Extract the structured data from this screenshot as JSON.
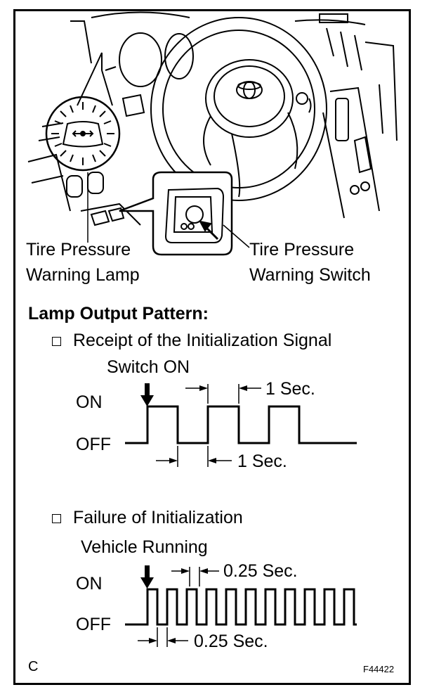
{
  "illustration": {
    "lamp_label_line1": "Tire Pressure",
    "lamp_label_line2": "Warning Lamp",
    "switch_label_line1": "Tire Pressure",
    "switch_label_line2": "Warning Switch"
  },
  "pattern": {
    "heading": "Lamp Output Pattern:",
    "section1": {
      "title": "Receipt of the Initialization Signal",
      "trigger": "Switch ON",
      "on_label": "ON",
      "off_label": "OFF",
      "on_interval": "1 Sec.",
      "off_interval": "1 Sec."
    },
    "section2": {
      "title": "Failure of Initialization",
      "trigger": "Vehicle Running",
      "on_label": "ON",
      "off_label": "OFF",
      "on_interval": "0.25 Sec.",
      "off_interval": "0.25 Sec."
    }
  },
  "footer": {
    "corner_letter": "C",
    "figure_code": "F44422"
  },
  "colors": {
    "line": "#000000",
    "background": "#ffffff"
  }
}
